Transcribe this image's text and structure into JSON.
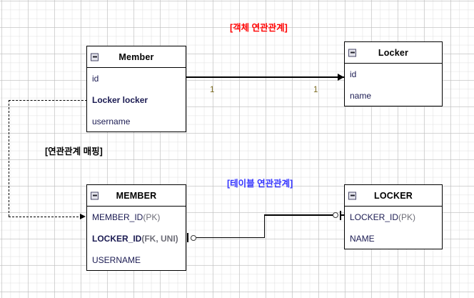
{
  "diagram": {
    "labels": {
      "object_association": "[객체 연관관계]",
      "mapping": "[연관관계 매핑]",
      "table_association": "[테이블 연관관계]"
    },
    "multiplicity": {
      "member_side": "1",
      "locker_side": "1"
    },
    "colors": {
      "object_association": "#ff0000",
      "table_association": "#3333ff",
      "mapping": "#000000",
      "field_text": "#1b1b52",
      "constraint_text": "#6e6e78",
      "multiplicity": "#7a6a1e",
      "line": "#000000",
      "background": "#ffffff"
    },
    "class_boxes": [
      {
        "name": "member-class",
        "title": "Member",
        "collapse_icon": "minus-icon",
        "fields": [
          {
            "text": "id",
            "bold": false
          },
          {
            "text": "Locker locker",
            "bold": true
          },
          {
            "text": "username",
            "bold": false
          }
        ]
      },
      {
        "name": "locker-class",
        "title": "Locker",
        "collapse_icon": "minus-icon",
        "fields": [
          {
            "text": "id",
            "bold": false
          },
          {
            "text": "name",
            "bold": false
          }
        ]
      }
    ],
    "table_boxes": [
      {
        "name": "member-table",
        "title": "MEMBER",
        "collapse_icon": "minus-icon",
        "fields": [
          {
            "text": "MEMBER_ID",
            "constraint": " (PK)",
            "bold": false
          },
          {
            "text": "LOCKER_ID",
            "constraint": " (FK, UNI)",
            "bold": true
          },
          {
            "text": "USERNAME",
            "constraint": "",
            "bold": false
          }
        ]
      },
      {
        "name": "locker-table",
        "title": "LOCKER",
        "collapse_icon": "minus-icon",
        "fields": [
          {
            "text": "LOCKER_ID",
            "constraint": " (PK)",
            "bold": false
          },
          {
            "text": "NAME",
            "constraint": "",
            "bold": false
          }
        ]
      }
    ]
  }
}
